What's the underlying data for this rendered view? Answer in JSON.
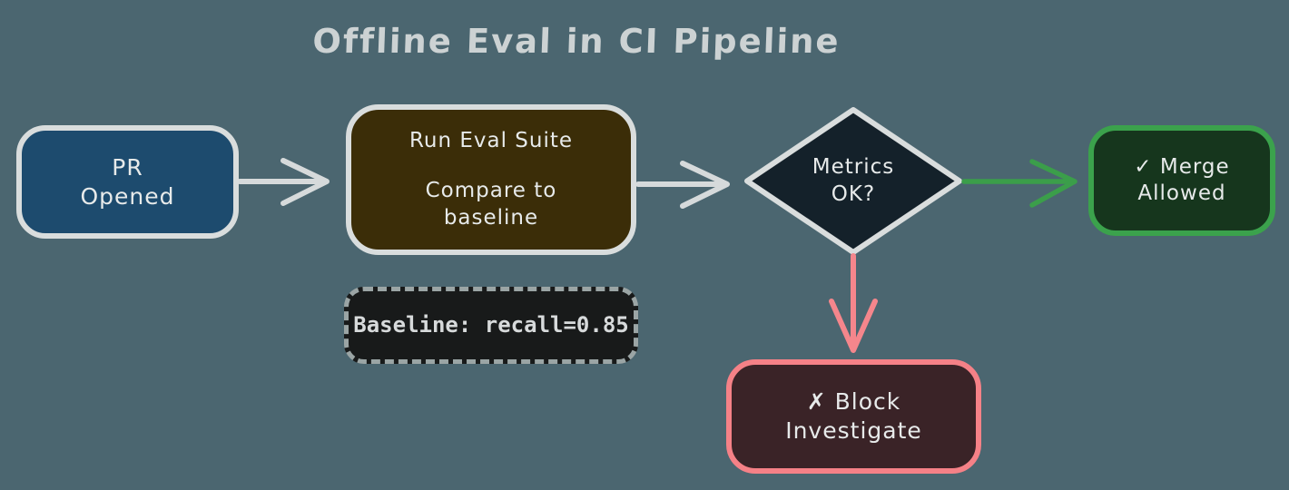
{
  "title": "Offline Eval in CI Pipeline",
  "colors": {
    "background": "#4b6670",
    "stroke_light": "#d9dddd",
    "text_light": "#e7eaea",
    "title_text": "#ccd2d3",
    "pr_fill": "#1d4b6e",
    "eval_fill": "#3b2d08",
    "note_fill": "#181a1a",
    "note_border": "#9ba5a5",
    "decision_fill": "#14212a",
    "merge_fill": "#16361d",
    "merge_border": "#3ba24c",
    "block_fill": "#3a2327",
    "block_border": "#f58187",
    "arrow_gray": "#d6dadb",
    "arrow_green": "#3b9e4a",
    "arrow_pink": "#f5868c"
  },
  "nodes": {
    "pr": {
      "line1": "PR",
      "line2": "Opened"
    },
    "eval": {
      "line1": "Run Eval Suite",
      "line2": "Compare to",
      "line3": "baseline"
    },
    "baseline_note": {
      "text": "Baseline: recall=0.85"
    },
    "decision": {
      "line1": "Metrics",
      "line2": "OK?"
    },
    "merge": {
      "line1": "✓ Merge",
      "line2": "Allowed"
    },
    "block": {
      "line1": "✗ Block",
      "line2": "Investigate"
    }
  },
  "edges": {
    "pr_to_eval": "gray-arrow",
    "eval_to_decision": "gray-arrow",
    "decision_to_merge": "green-arrow",
    "decision_to_block": "pink-arrow"
  }
}
